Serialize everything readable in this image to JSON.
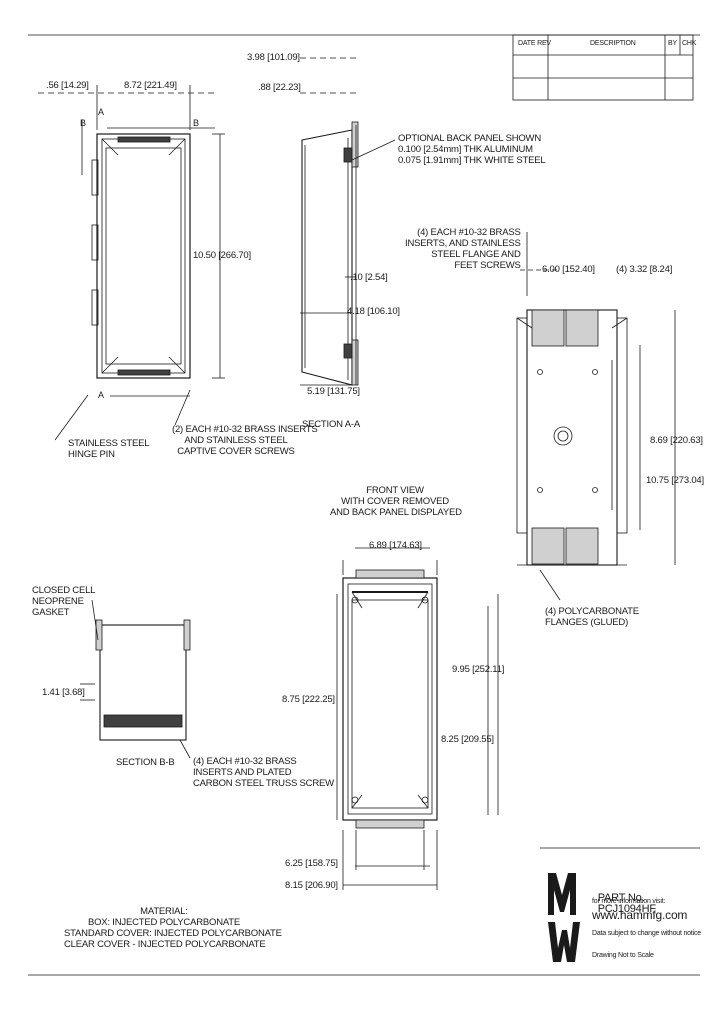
{
  "title_block": {
    "col1": "DATE REV",
    "col2": "DESCRIPTION",
    "col3": "BY",
    "col4": "CHK"
  },
  "dims": {
    "top_offset": "3.98 [101.09]",
    "side_depth": ".88 [22.23]",
    "left_margin": ".56 [14.29]",
    "width_view": "8.72 [221.49]",
    "height_view": "10.50 [266.70]",
    "panel_offset": ".10 [2.54]",
    "inner_depth": "4.18 [106.10]",
    "total_depth": "5.19 [131.75]",
    "right_holes": "6.00 [152.40]",
    "right_slot": "(4) 3.32 [8.24]",
    "right_inner_h": "8.69 [220.63]",
    "right_total_h": "10.75 [273.04]",
    "front_width": "6.89 [174.63]",
    "front_inner_h": "8.75 [222.25]",
    "front_total_h": "9.95 [252.11]",
    "front_panel_h": "8.25 [209.55]",
    "front_bottom_w1": "6.25 [158.75]",
    "front_bottom_w2": "8.15 [206.90]",
    "gasket_h": "1.41 [3.68]"
  },
  "labels": {
    "back_panel": "OPTIONAL BACK PANEL SHOWN\n0.100 [2.54mm] THK ALUMINUM\n0.075 [1.91mm] THK WHITE STEEL",
    "brass_inserts": "(4) EACH #10-32 BRASS\nINSERTS, AND STAINLESS\nSTEEL FLANGE AND\nFEET SCREWS",
    "hinge_pin": "STAINLESS STEEL\nHINGE PIN",
    "cover_screws": "(2) EACH #10-32 BRASS INSERTS\nAND STAINLESS STEEL\nCAPTIVE COVER SCREWS",
    "section_aa": "SECTION A-A",
    "front_view": "FRONT VIEW\nWITH COVER REMOVED\nAND BACK PANEL DISPLAYED",
    "flanges": "(4) POLYCARBONATE\nFLANGES (GLUED)",
    "gasket": "CLOSED CELL\nNEOPRENE\nGASKET",
    "section_bb": "SECTION B-B",
    "truss_screw": "(4) EACH #10-32 BRASS\nINSERTS AND PLATED\nCARBON STEEL TRUSS SCREW",
    "material": "MATERIAL:\nBOX: INJECTED POLYCARBONATE\nSTANDARD COVER: INJECTED POLYCARBONATE\nCLEAR COVER - INJECTED POLYCARBONATE"
  },
  "section_marks": {
    "a": "A",
    "b": "B"
  },
  "part": {
    "part_prefix": "PART No.",
    "part_number": "PCJ1094HF",
    "info": "for more information visit:",
    "url": "www.hammfg.com",
    "notice": "Data subject to change without notice",
    "scale": "Drawing Not to Scale"
  },
  "colors": {
    "ink": "#1a1a1a",
    "fill": "#d0d0d0",
    "dark": "#404040"
  }
}
